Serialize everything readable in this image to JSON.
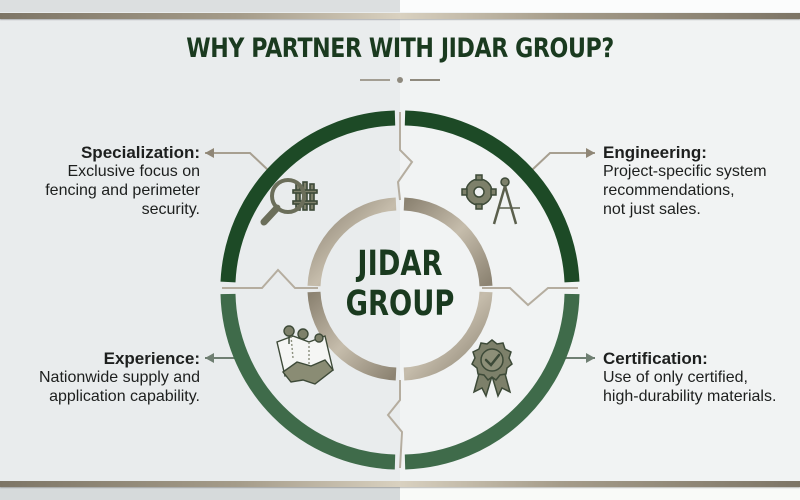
{
  "header": {
    "title": "WHY PARTNER WITH JIDAR GROUP?"
  },
  "center": {
    "line1": "JIDAR",
    "line2": "GROUP"
  },
  "features": [
    {
      "position": "top-left",
      "icon": "magnifier-fence-icon",
      "heading": "Specialization:",
      "lines": [
        "Exclusive focus on",
        "fencing and perimeter",
        "security."
      ]
    },
    {
      "position": "top-right",
      "icon": "gear-compass-icon",
      "heading": "Engineering:",
      "lines": [
        "Project-specific system",
        "recommendations,",
        "not just sales."
      ]
    },
    {
      "position": "bottom-left",
      "icon": "map-handshake-icon",
      "heading": "Experience:",
      "lines": [
        "Nationwide supply and",
        "application capability."
      ]
    },
    {
      "position": "bottom-right",
      "icon": "certified-badge-icon",
      "heading": "Certification:",
      "lines": [
        "Use of only certified,",
        "high-durability materials."
      ]
    }
  ],
  "colors": {
    "dark_green": "#1d4a26",
    "mid_green": "#3f6b4a",
    "taupe": "#9b9282",
    "icon_olive": "#7d806a",
    "text_dark": "#1d1f1e",
    "title_green": "#1a3a1f"
  }
}
